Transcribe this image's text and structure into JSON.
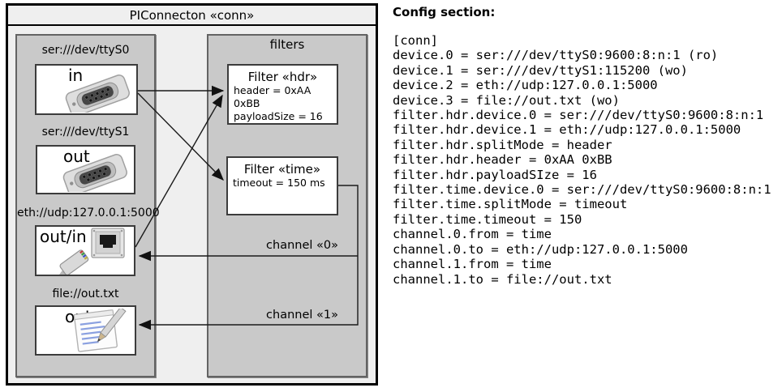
{
  "diagram": {
    "title": "PIConnecton «conn»",
    "devices_panel": {
      "devices": [
        {
          "uri": "ser:///dev/ttyS0",
          "direction": "in",
          "icon": "serial-connector-icon"
        },
        {
          "uri": "ser:///dev/ttyS1",
          "direction": "out",
          "icon": "serial-connector-icon"
        },
        {
          "uri": "eth://udp:127.0.0.1:5000",
          "direction": "out/in",
          "icon": "ethernet-connector-icon"
        },
        {
          "uri": "file://out.txt",
          "direction": "out",
          "icon": "notepad-icon"
        }
      ]
    },
    "filters_panel": {
      "label": "filters",
      "filters": [
        {
          "title": "Filter «hdr»",
          "lines": [
            "header = 0xAA 0xBB",
            "payloadSize = 16"
          ]
        },
        {
          "title": "Filter «time»",
          "lines": [
            "timeout = 150 ms"
          ]
        }
      ],
      "channels": [
        {
          "label": "channel «0»"
        },
        {
          "label": "channel «1»"
        }
      ]
    }
  },
  "config": {
    "heading": "Config section:",
    "lines": [
      "[conn]",
      "device.0 = ser:///dev/ttyS0:9600:8:n:1 (ro)",
      "device.1 = ser:///dev/ttyS1:115200 (wo)",
      "device.2 = eth://udp:127.0.0.1:5000",
      "device.3 = file://out.txt (wo)",
      "filter.hdr.device.0 = ser:///dev/ttyS0:9600:8:n:1",
      "filter.hdr.device.1 = eth://udp:127.0.0.1:5000",
      "filter.hdr.splitMode = header",
      "filter.hdr.header = 0xAA 0xBB",
      "filter.hdr.payloadSIze = 16",
      "filter.time.device.0 = ser:///dev/ttyS0:9600:8:n:1",
      "filter.time.splitMode = timeout",
      "filter.time.timeout = 150",
      "channel.0.from = time",
      "channel.0.to = eth://udp:127.0.0.1:5000",
      "channel.1.from = time",
      "channel.1.to = file://out.txt"
    ]
  },
  "colors": {
    "diagram_bg": "#efefef",
    "panel_bg": "#c9c9c9",
    "box_bg": "#ffffff",
    "line": "#1a1a1a"
  }
}
